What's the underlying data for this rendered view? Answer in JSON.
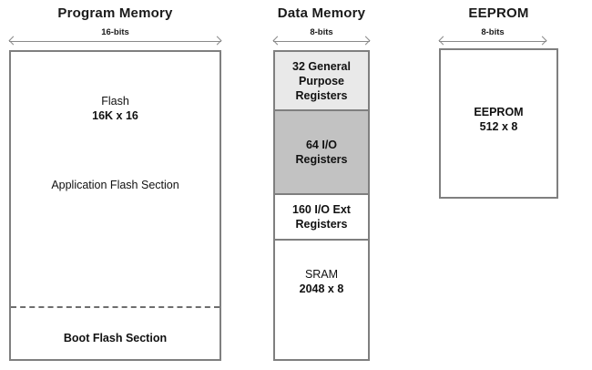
{
  "diagram": {
    "title_program": "Program Memory",
    "title_data": "Data Memory",
    "title_eeprom": "EEPROM",
    "width_16": "16-bits",
    "width_8a": "8-bits",
    "width_8b": "8-bits",
    "colors": {
      "border": "#7f7f7f",
      "light_gray_fill": "#e9e9e9",
      "dark_gray_fill": "#c2c2c2",
      "white_fill": "#ffffff",
      "text": "#111111",
      "dim_line": "#8a8a8a",
      "dashed": "#6e6e6e"
    }
  },
  "program_memory": {
    "flash_label": "Flash",
    "flash_size": "16K x 16",
    "application_section": "Application Flash Section",
    "boot_section": "Boot Flash Section"
  },
  "data_memory": {
    "segments": [
      {
        "line1": "32 General",
        "line2": "Purpose",
        "line3": "Registers",
        "fill": "#e9e9e9"
      },
      {
        "line1": "64 I/O",
        "line2": "Registers",
        "line3": "",
        "fill": "#c2c2c2"
      },
      {
        "line1": "160 I/O Ext",
        "line2": "Registers",
        "line3": "",
        "fill": "#ffffff"
      },
      {
        "line1": "SRAM",
        "line2": "2048 x 8",
        "line3": "",
        "fill": "#ffffff"
      }
    ]
  },
  "eeprom": {
    "label": "EEPROM",
    "size": "512 x 8"
  }
}
